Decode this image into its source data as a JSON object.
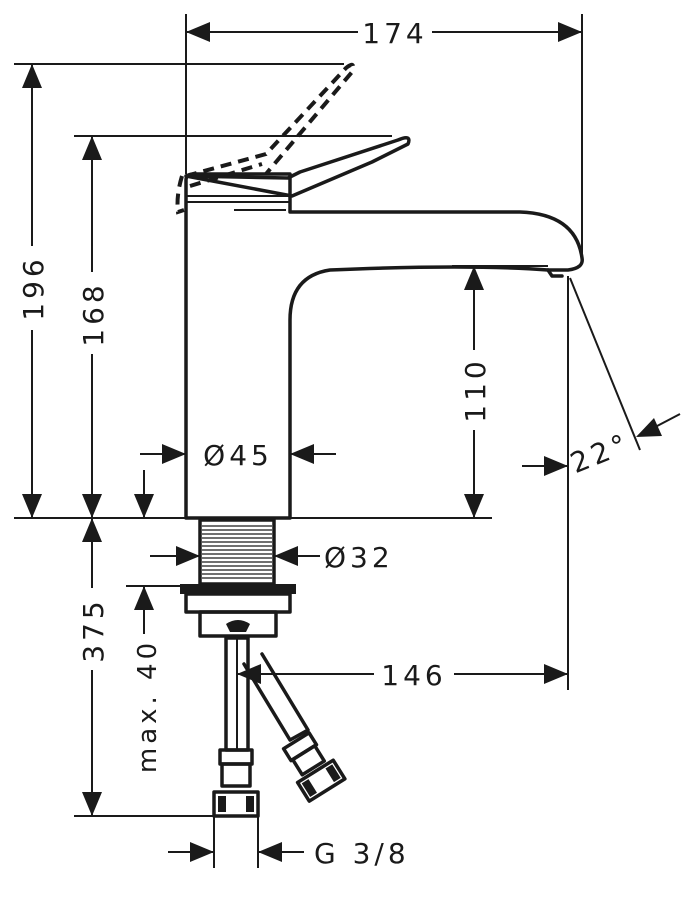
{
  "dimensions": {
    "width_total": "174",
    "height_max": "196",
    "height_body": "168",
    "height_spout": "110",
    "body_diameter": "Ø45",
    "thread_diameter": "Ø32",
    "below_deck": "375",
    "max_thickness": "max. 40",
    "spout_reach": "146",
    "spout_angle": "22°",
    "connection": "G 3/8"
  }
}
